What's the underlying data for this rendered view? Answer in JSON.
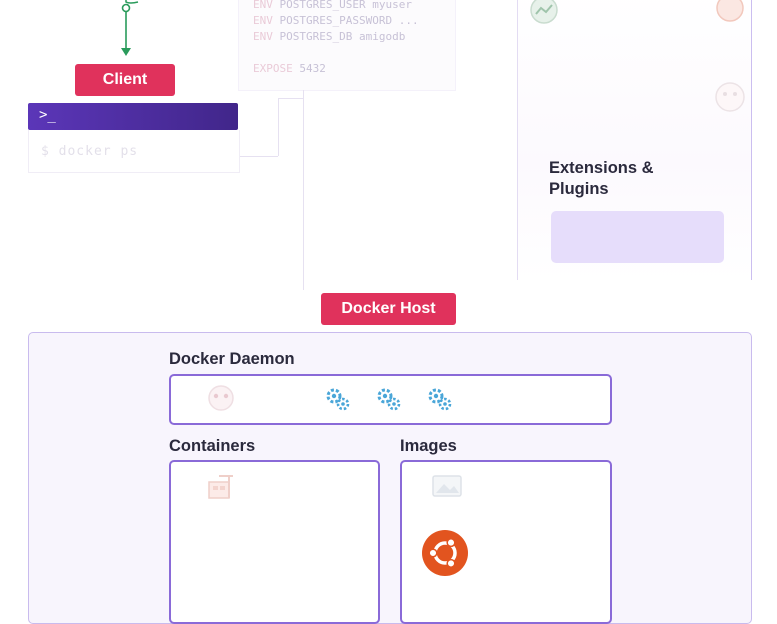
{
  "dockerfile": {
    "lines": [
      {
        "kw": "ENV",
        "text": "POSTGRES_USER myuser"
      },
      {
        "kw": "ENV",
        "text": "POSTGRES_PASSWORD ..."
      },
      {
        "kw": "ENV",
        "text": "POSTGRES_DB amigodb"
      },
      {
        "kw": "EXPOSE",
        "text": "5432"
      }
    ]
  },
  "client": {
    "label": "Client",
    "prompt_symbol": ">_",
    "command": "$ docker ps"
  },
  "extensions": {
    "title": "Extensions & Plugins"
  },
  "docker_host": {
    "label": "Docker Host",
    "daemon_label": "Docker Daemon",
    "containers_label": "Containers",
    "images_label": "Images"
  },
  "colors": {
    "badge": "#e0325c",
    "terminal": "#4a2c9e",
    "panel_border": "#8a6ad8",
    "arrow": "#2a9b5b",
    "gears": "#4aa6d8",
    "ubuntu": "#e2541f"
  },
  "icons": [
    "arrow-down-icon",
    "terminal-icon",
    "gear-icon",
    "gear-icon",
    "gear-icon",
    "ubuntu-icon",
    "container-icon",
    "image-icon",
    "chart-icon",
    "bug-icon"
  ]
}
